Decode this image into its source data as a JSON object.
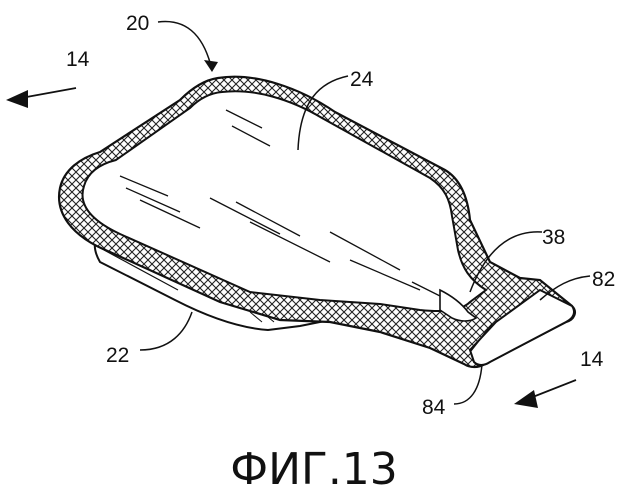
{
  "figure": {
    "caption": "ФИГ.13",
    "labels": {
      "section_top": "14",
      "section_bottom": "14",
      "tray": "20",
      "base": "22",
      "lid": "24",
      "neck_seal": "38",
      "tab": "82",
      "tab_edge": "84"
    }
  }
}
